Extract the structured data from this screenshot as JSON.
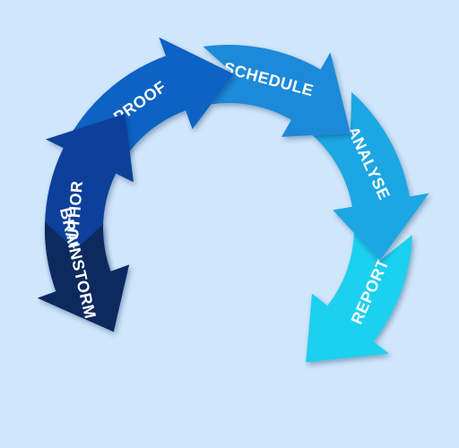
{
  "background": "#cfe6fb",
  "steps": [
    {
      "label": "BRAINSTORM",
      "color": "#0b2a5e"
    },
    {
      "label": "AUTHOR",
      "color": "#0d3f9a"
    },
    {
      "label": "PROOF",
      "color": "#0f63c4"
    },
    {
      "label": "SCHEDULE",
      "color": "#1a8ad8"
    },
    {
      "label": "ANALYSE",
      "color": "#1aa7e3"
    },
    {
      "label": "REPORT",
      "color": "#1fd0f0"
    }
  ]
}
